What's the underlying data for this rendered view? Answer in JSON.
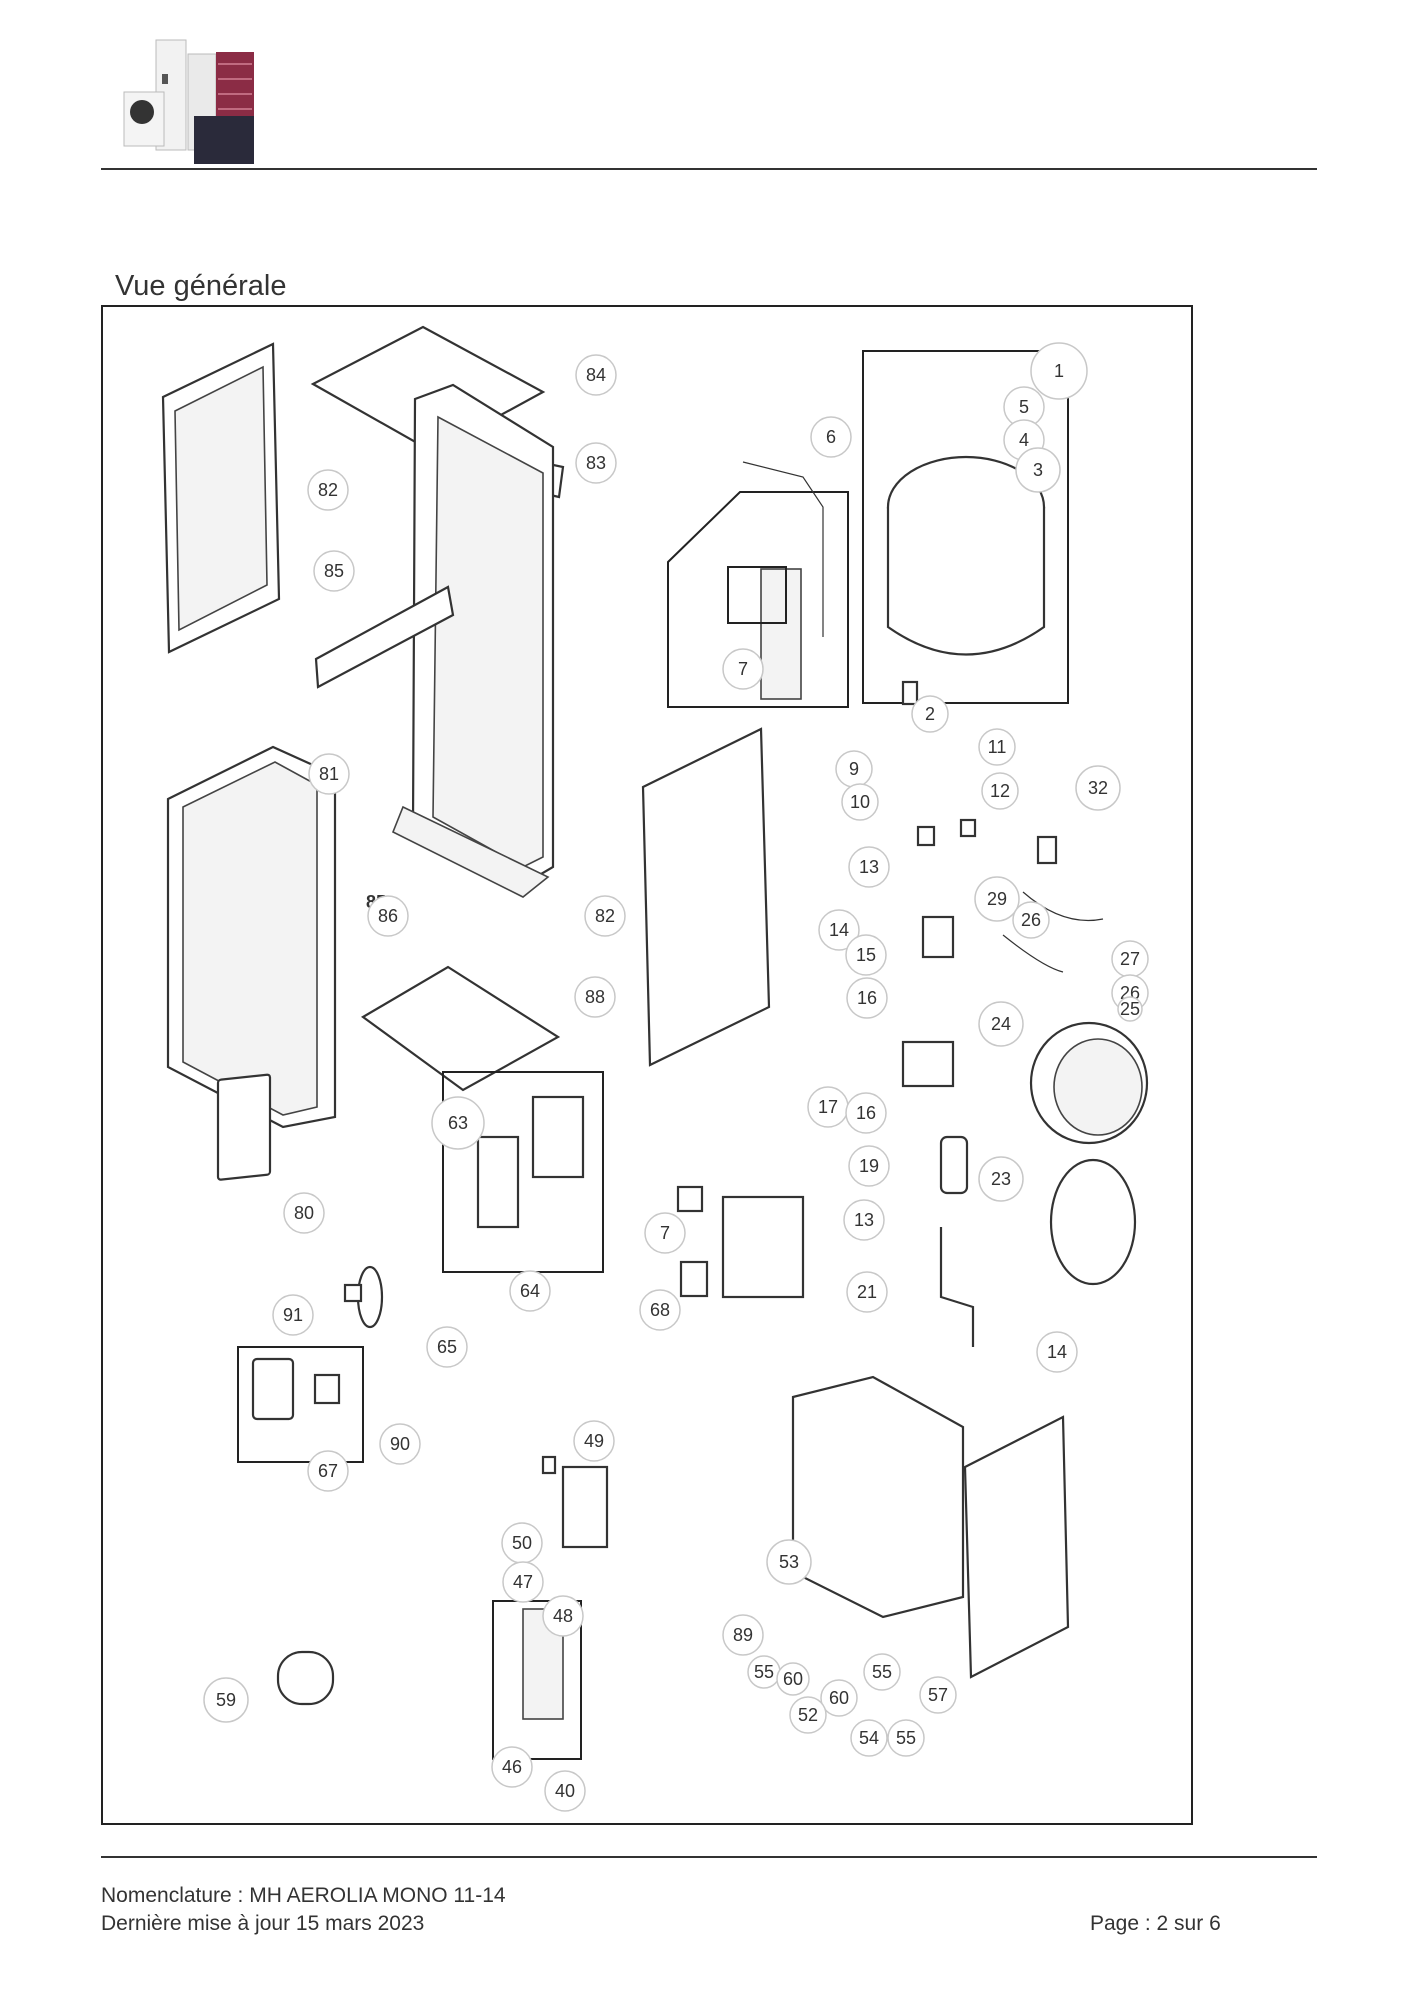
{
  "header": {
    "logo_icon": "product-range-logo"
  },
  "section": {
    "title": "Vue générale"
  },
  "diagram": {
    "callouts": [
      "84",
      "1",
      "5",
      "4",
      "3",
      "6",
      "7",
      "2",
      "82",
      "83",
      "85",
      "81",
      "11",
      "9",
      "12",
      "32",
      "10",
      "13",
      "29",
      "85",
      "86",
      "82",
      "14",
      "26",
      "15",
      "27",
      "26",
      "25",
      "16",
      "24",
      "88",
      "63",
      "17",
      "16",
      "19",
      "23",
      "80",
      "7",
      "13",
      "64",
      "21",
      "91",
      "68",
      "65",
      "14",
      "49",
      "67",
      "90",
      "50",
      "53",
      "47",
      "48",
      "89",
      "55",
      "60",
      "60",
      "55",
      "57",
      "59",
      "52",
      "54",
      "55",
      "46",
      "40"
    ]
  },
  "footer": {
    "nomenclature": "Nomenclature : MH AEROLIA MONO 11-14",
    "update": "Dernière mise à jour 15 mars 2023",
    "page": "Page : 2 sur 6"
  }
}
